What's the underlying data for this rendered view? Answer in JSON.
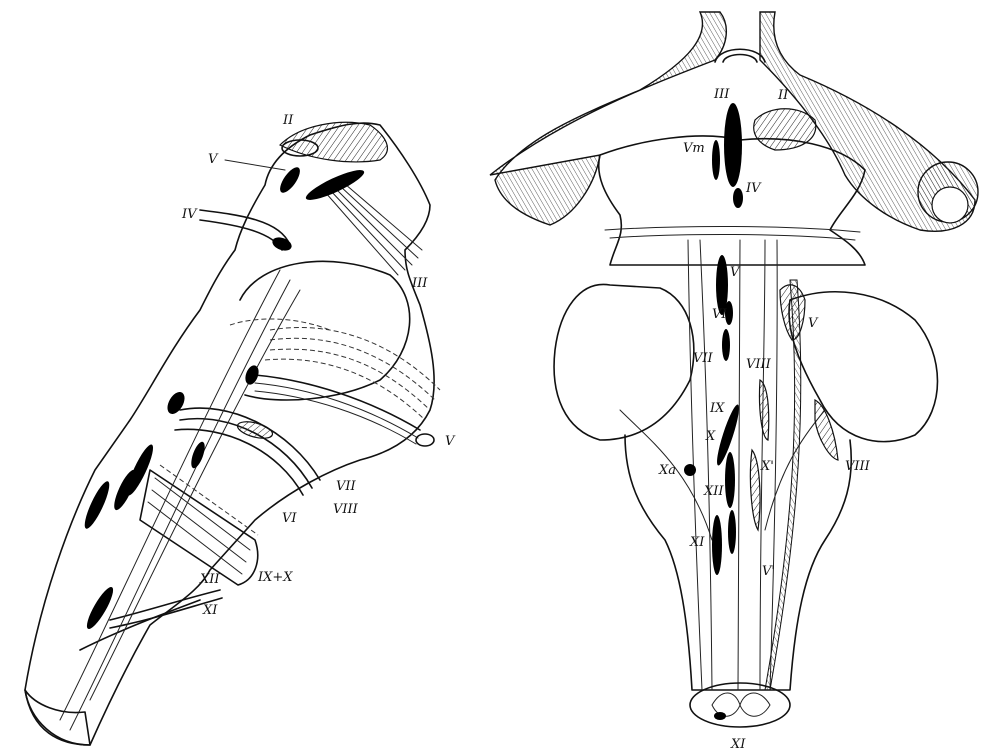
{
  "left_panel": {
    "labels": {
      "II": "II",
      "V_top": "V",
      "IV": "IV",
      "III": "III",
      "V_side": "V",
      "VII": "VII",
      "VI": "VI",
      "VIII": "VIII",
      "IX_X": "IX+X",
      "XII": "XII",
      "XI": "XI"
    }
  },
  "right_panel": {
    "labels": {
      "III": "III",
      "II": "II",
      "Vm": "Vm",
      "IV": "IV",
      "V_nucleus": "V",
      "VI": "VI",
      "VII": "VII",
      "VIII_inner": "VIII",
      "IX": "IX",
      "X": "X",
      "Xa": "Xa",
      "X_prime": "X'",
      "XII": "XII",
      "XI_inner": "XI",
      "V_lower": "V'",
      "V_right": "V",
      "VIII_right": "VIII",
      "XI_bottom": "XI"
    }
  },
  "colors": {
    "ink": "#111111",
    "paper": "#ffffff"
  }
}
